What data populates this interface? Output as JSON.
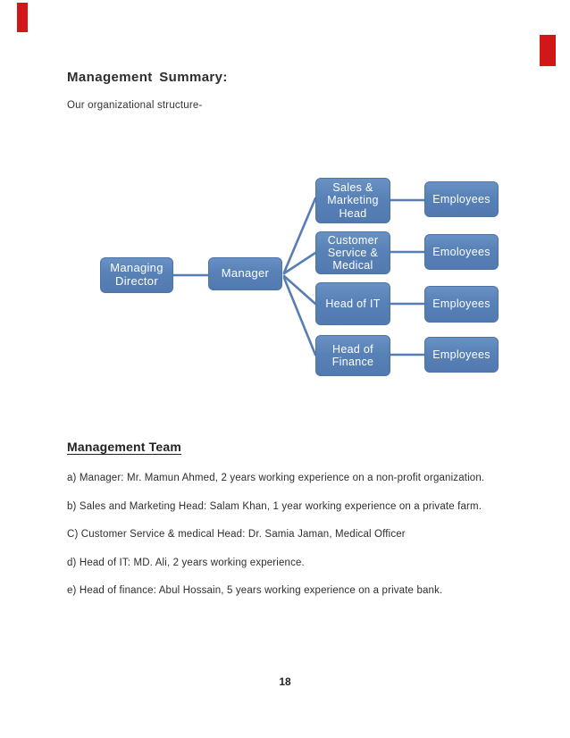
{
  "page": {
    "title": "Management Summary:",
    "subtitle": "Our organizational structure-",
    "section_heading": "Management Team",
    "page_number": "18"
  },
  "artifacts": {
    "red_mark_color": "#d11717"
  },
  "org_chart": {
    "node_fill_color": "#5b84ba",
    "connector_color": "#567eb4",
    "text_color": "#ffffff",
    "nodes": [
      {
        "id": "managing-director",
        "label": "Managing\nDirector"
      },
      {
        "id": "manager",
        "label": "Manager"
      },
      {
        "id": "sales-marketing-head",
        "label": "Sales &\nMarketing\nHead"
      },
      {
        "id": "customer-service-medical",
        "label": "Customer\nService &\nMedical"
      },
      {
        "id": "head-of-it",
        "label": "Head of IT"
      },
      {
        "id": "head-of-finance",
        "label": "Head of\nFinance"
      },
      {
        "id": "employees-1",
        "label": "Employees"
      },
      {
        "id": "employees-2",
        "label": "Emoloyees"
      },
      {
        "id": "employees-3",
        "label": "Employees"
      },
      {
        "id": "employees-4",
        "label": "Employees"
      }
    ],
    "edges": [
      [
        "managing-director",
        "manager"
      ],
      [
        "manager",
        "sales-marketing-head"
      ],
      [
        "manager",
        "customer-service-medical"
      ],
      [
        "manager",
        "head-of-it"
      ],
      [
        "manager",
        "head-of-finance"
      ],
      [
        "sales-marketing-head",
        "employees-1"
      ],
      [
        "customer-service-medical",
        "employees-2"
      ],
      [
        "head-of-it",
        "employees-3"
      ],
      [
        "head-of-finance",
        "employees-4"
      ]
    ]
  },
  "team_list": {
    "items": [
      "a) Manager: Mr. Mamun Ahmed, 2 years working experience on a non-profit organization.",
      "b) Sales and Marketing Head: Salam Khan, 1 year working experience on a private farm.",
      "C) Customer Service & medical Head: Dr. Samia Jaman, Medical Officer",
      "d) Head of IT: MD. Ali, 2 years working experience.",
      "e) Head of finance: Abul Hossain, 5 years working experience on a private bank."
    ]
  }
}
